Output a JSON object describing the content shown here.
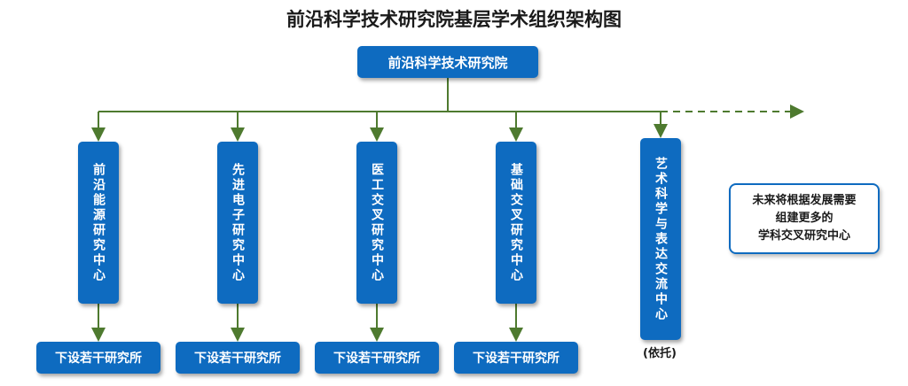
{
  "title": "前沿科学技术研究院基层学术组织架构图",
  "root": "前沿科学技术研究院",
  "centers": [
    "前沿能源研究中心",
    "先进电子研究中心",
    "医工交叉研究中心",
    "基础交叉研究中心",
    "艺术科学与表达交流中心"
  ],
  "sub_label": "下设若干研究所",
  "art_note": "(依托)",
  "callout": {
    "line1": "未来将根据发展需要",
    "line2": "组建更多的",
    "line3": "学科交叉研究中心"
  },
  "colors": {
    "box_fill": "#0e6bc0",
    "connector": "#4e7a2f"
  }
}
